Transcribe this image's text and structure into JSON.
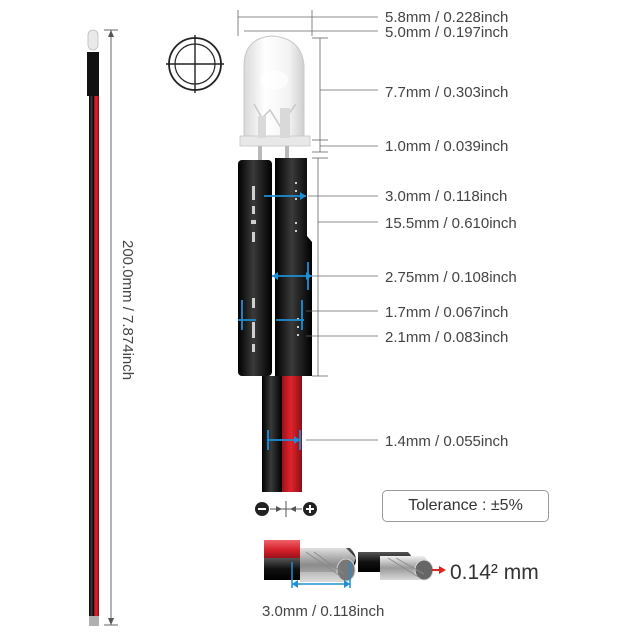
{
  "total_length": "200.0mm / 7.874inch",
  "dimensions": [
    "5.8mm / 0.228inch",
    "5.0mm / 0.197inch",
    "7.7mm / 0.303inch",
    "1.0mm / 0.039inch",
    "3.0mm / 0.118inch",
    "15.5mm / 0.610inch",
    "2.75mm / 0.108inch",
    "1.7mm / 0.067inch",
    "2.1mm / 0.083inch",
    "1.4mm / 0.055inch"
  ],
  "tolerance": "Tolerance : ±5%",
  "cable_diameter": "3.0mm / 0.118inch",
  "cross_section": "0.14² mm",
  "polarity": {
    "negative": "−",
    "positive": "+"
  },
  "colors": {
    "dimension_blue": "#1e8fd6",
    "wire_red": "#d4202a",
    "wire_black": "#151515",
    "accent_red": "#e0241f"
  }
}
